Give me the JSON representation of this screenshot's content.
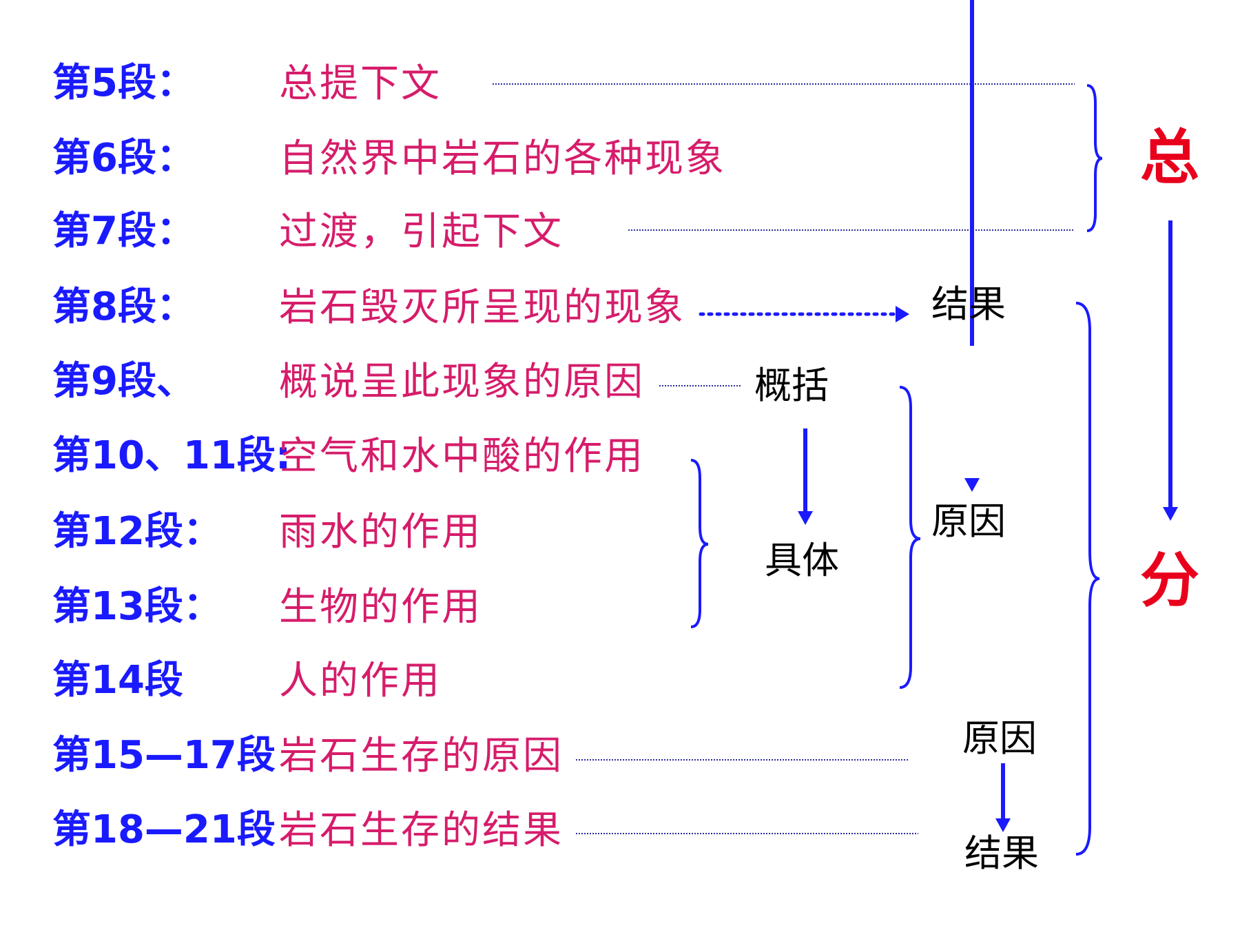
{
  "rows": [
    {
      "label": "第5段：",
      "desc": "总提下文"
    },
    {
      "label": "第6段：",
      "desc": "自然界中岩石的各种现象"
    },
    {
      "label": "第7段：",
      "desc": "过渡，引起下文"
    },
    {
      "label": "第8段：",
      "desc": "岩石毁灭所呈现的现象"
    },
    {
      "label": "第9段、",
      "desc": "概说呈此现象的原因"
    },
    {
      "label": "第10、11段:",
      "desc": "空气和水中酸的作用"
    },
    {
      "label": "第12段：",
      "desc": "雨水的作用"
    },
    {
      "label": "第13段：",
      "desc": "生物的作用"
    },
    {
      "label": "第14段",
      "desc": "人的作用"
    },
    {
      "label": "第15—17段",
      "desc": "岩石生存的原因"
    },
    {
      "label": "第18—21段",
      "desc": "岩石生存的结果"
    }
  ],
  "annotations": {
    "result_top": "结果",
    "summary": "概括",
    "concrete": "具体",
    "cause_mid": "原因",
    "cause_bottom": "原因",
    "result_bottom": "结果"
  },
  "structure": {
    "general": "总",
    "parts": "分"
  },
  "colors": {
    "label": "#1a1aff",
    "desc": "#d61c6a",
    "general_parts": "#e8001c",
    "lines": "#1a1aff",
    "annotation": "#000000"
  }
}
